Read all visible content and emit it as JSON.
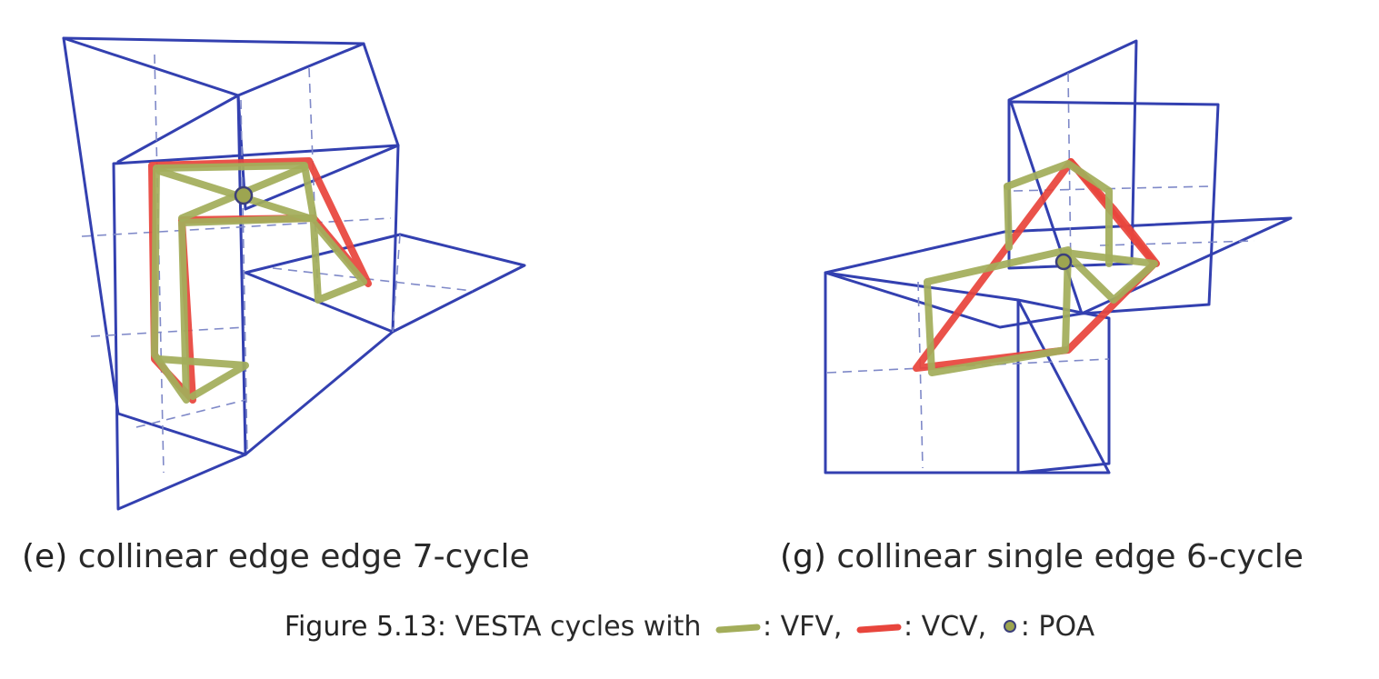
{
  "panels": [
    {
      "tag": "(e)",
      "title": "collinear edge edge 7-cycle"
    },
    {
      "tag": "(g)",
      "title": "collinear single edge 6-cycle"
    }
  ],
  "figure_caption": {
    "label": "Figure 5.13:",
    "text": "VESTA cycles with",
    "legend": [
      {
        "sep": ":",
        "name": "VFV,",
        "icon": "green-stroke-icon",
        "color": "#a3ad5a"
      },
      {
        "sep": ":",
        "name": "VCV,",
        "icon": "red-stroke-icon",
        "color": "#e8453c"
      },
      {
        "sep": ":",
        "name": "POA",
        "icon": "poa-dot-icon",
        "color": "#9da550"
      }
    ]
  },
  "colors": {
    "sketch_ink": "#3340b0",
    "vfv": "#a3ad5a",
    "vcv": "#e8453c",
    "poa": "#9da550"
  }
}
